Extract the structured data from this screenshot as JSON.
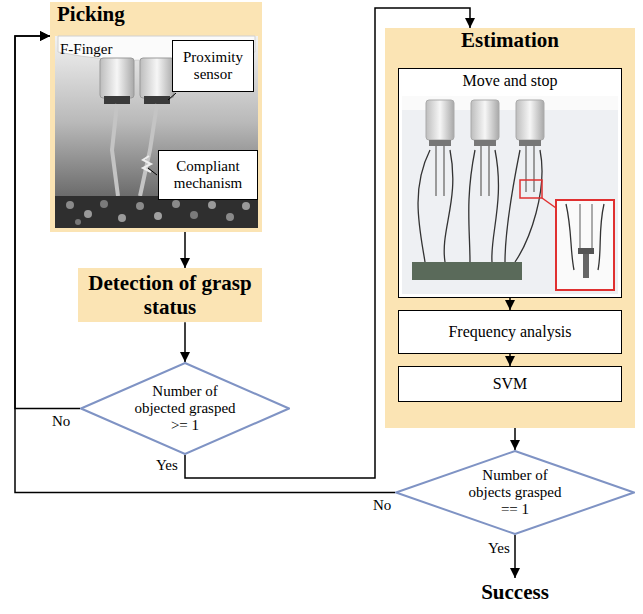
{
  "diagram": {
    "nodes": [
      {
        "text": [
          "Picking"
        ]
      },
      {
        "text": [
          "Proximity sensor"
        ],
        "in": 0
      },
      {
        "text": [
          "Compliant mechanism"
        ],
        "in": 0
      },
      {
        "text": [
          "Detection of grasp status"
        ]
      },
      {
        "text": [
          "Number of objected grasped >= 1"
        ]
      },
      {
        "text": [
          "Estimation"
        ]
      },
      {
        "text": [
          "Move and stop"
        ],
        "in": 5
      },
      {
        "text": [
          "Frequency analysis"
        ],
        "in": 5
      },
      {
        "text": [
          "SVM"
        ],
        "in": 5
      },
      {
        "text": [
          "Number of objects grasped == 1"
        ]
      },
      {
        "text": [
          "Success"
        ]
      }
    ],
    "edges": [
      {
        "from": 0,
        "to": 3,
        "arrow": "to"
      },
      {
        "from": 3,
        "to": 4,
        "arrow": "to"
      },
      {
        "from": 4,
        "to": 0,
        "label": "No",
        "arrow": "to"
      },
      {
        "from": 4,
        "to": 5,
        "label": "Yes",
        "arrow": "to"
      },
      {
        "from": 5,
        "to": 9,
        "arrow": "to"
      },
      {
        "from": 6,
        "to": 7,
        "arrow": "to"
      },
      {
        "from": 7,
        "to": 8,
        "arrow": "to"
      },
      {
        "from": 9,
        "to": 0,
        "label": "No",
        "arrow": "to"
      },
      {
        "from": 9,
        "to": 10,
        "label": "Yes",
        "arrow": "to"
      }
    ],
    "labels": [
      "F-Finger"
    ]
  }
}
